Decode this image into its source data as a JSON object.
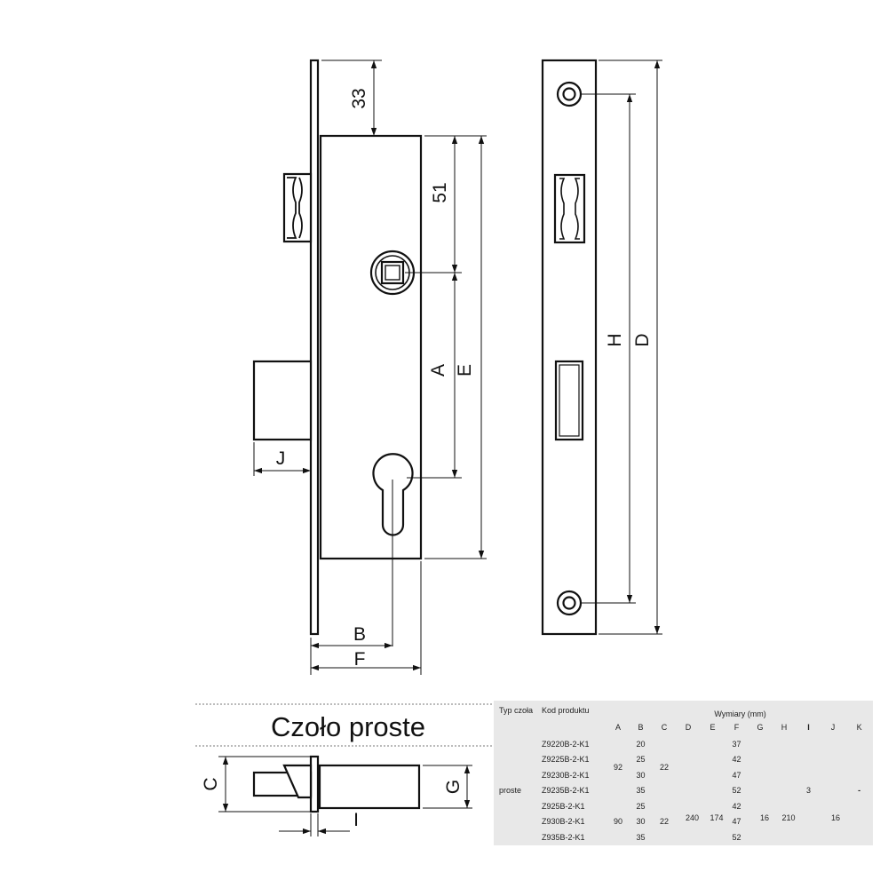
{
  "drawing": {
    "dimension_labels": {
      "top_offset": "33",
      "handle_offset": "51",
      "a": "A",
      "e": "E",
      "h": "H",
      "d": "D",
      "j": "J",
      "b": "B",
      "f": "F",
      "c": "C",
      "g": "G",
      "i": "I"
    },
    "section_title": "Czoło proste"
  },
  "table": {
    "headers": {
      "type": "Typ czoła",
      "code": "Kod produktu",
      "dimensions": "Wymiary (mm)",
      "columns": [
        "A",
        "B",
        "C",
        "D",
        "E",
        "F",
        "G",
        "H",
        "I",
        "J",
        "K"
      ]
    },
    "type_value": "proste",
    "codes": [
      "Z9220B-2-K1",
      "Z9225B-2-K1",
      "Z9230B-2-K1",
      "Z9235B-2-K1",
      "Z925B-2-K1",
      "Z930B-2-K1",
      "Z935B-2-K1"
    ],
    "a_values": [
      "92",
      "90"
    ],
    "b_values": [
      "20",
      "25",
      "30",
      "35",
      "25",
      "30",
      "35"
    ],
    "c_values": [
      "22",
      "22"
    ],
    "f_values": [
      "37",
      "42",
      "47",
      "52",
      "42",
      "47",
      "52"
    ],
    "shared": {
      "d": "240",
      "e": "174",
      "g": "16",
      "h": "210",
      "i": "3",
      "j": "16",
      "k": "-"
    }
  }
}
